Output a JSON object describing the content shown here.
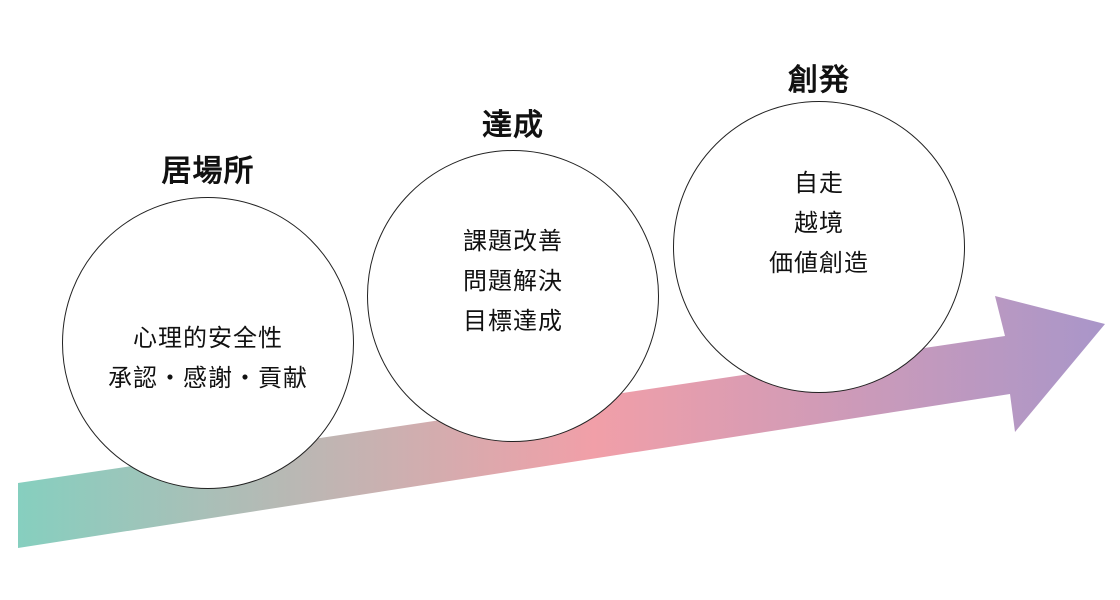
{
  "stages": [
    {
      "title": "居場所",
      "lines": [
        "心理的安全性",
        "承認・感謝・貢献"
      ]
    },
    {
      "title": "達成",
      "lines": [
        "課題改善",
        "問題解決",
        "目標達成"
      ]
    },
    {
      "title": "創発",
      "lines": [
        "自走",
        "越境",
        "価値創造"
      ]
    }
  ],
  "colors": {
    "arrow_gradient": [
      "#86cfbf",
      "#f19fa8",
      "#a996c9"
    ],
    "circle_stroke": "#222222"
  },
  "icons": {
    "arrow": "upward-gradient-arrow"
  }
}
